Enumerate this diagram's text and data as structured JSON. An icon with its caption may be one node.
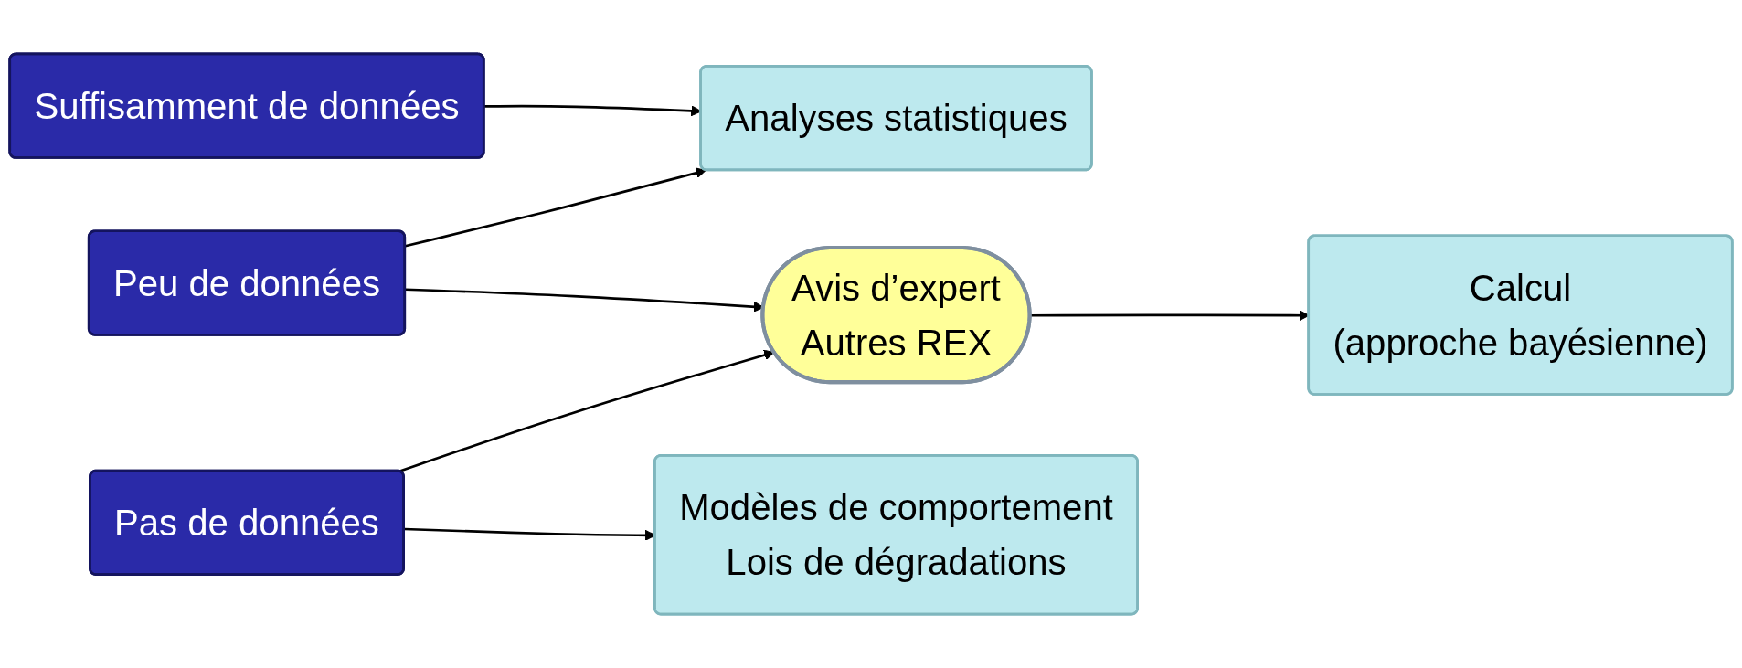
{
  "diagram": {
    "nodes": [
      {
        "text": [
          "Suffisamment de données"
        ]
      },
      {
        "text": [
          "Analyses statistiques"
        ]
      },
      {
        "text": [
          "Peu de données"
        ]
      },
      {
        "text": [
          "Avis d’expert",
          "Autres REX"
        ]
      },
      {
        "text": [
          "Calcul",
          "(approche bayésienne)"
        ]
      },
      {
        "text": [
          "Pas de données"
        ]
      },
      {
        "text": [
          "Modèles de comportement",
          "Lois de dégradations"
        ]
      }
    ],
    "edges": [
      {
        "from": 0,
        "to": 1,
        "arrow": "to"
      },
      {
        "from": 2,
        "to": 1,
        "arrow": "to"
      },
      {
        "from": 2,
        "to": 3,
        "arrow": "to"
      },
      {
        "from": 3,
        "to": 4,
        "arrow": "to"
      },
      {
        "from": 5,
        "to": 3,
        "arrow": "to"
      },
      {
        "from": 5,
        "to": 6,
        "arrow": "to"
      }
    ]
  }
}
